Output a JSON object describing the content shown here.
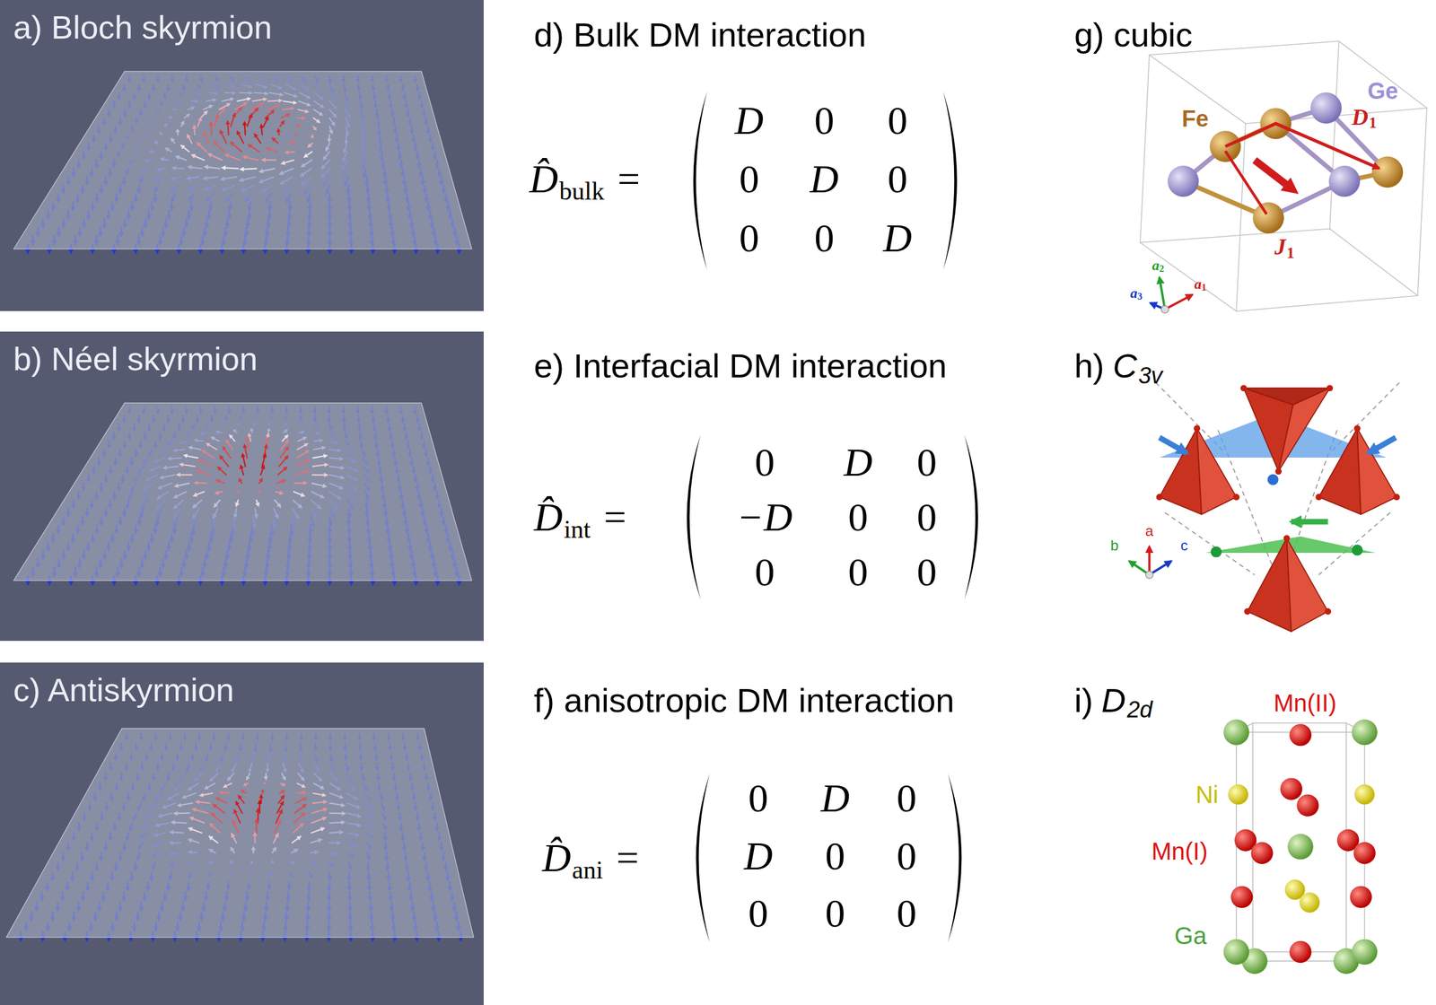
{
  "diagram": {
    "nodes": [
      {
        "text": [
          "a) Bloch skyrmion"
        ]
      },
      {
        "text": [
          "b) Néel skyrmion"
        ]
      },
      {
        "text": [
          "c) Antiskyrmion"
        ]
      }
    ],
    "labels": [
      "d) Bulk DM interaction",
      "D̂",
      "bulk",
      "=",
      "D",
      "0",
      "0",
      "0",
      "D",
      "0",
      "0",
      "0",
      "D",
      "e) Interfacial DM interaction",
      "D̂",
      "int",
      "=",
      "0",
      "D",
      "0",
      "−D",
      "0",
      "0",
      "0",
      "0",
      "0",
      "f) anisotropic DM interaction",
      "D̂",
      "ani",
      "=",
      "0",
      "D",
      "0",
      "D",
      "0",
      "0",
      "0",
      "0",
      "0",
      "g) cubic",
      "Ge",
      "Fe",
      "D",
      "1",
      "J",
      "1",
      "a",
      "1",
      "a",
      "2",
      "a",
      "3",
      "h)",
      "C",
      "3v",
      "b",
      "a",
      "c",
      "i)",
      "D",
      "2d",
      "Mn(II)",
      "Ni",
      "Mn(I)",
      "Ga"
    ]
  }
}
